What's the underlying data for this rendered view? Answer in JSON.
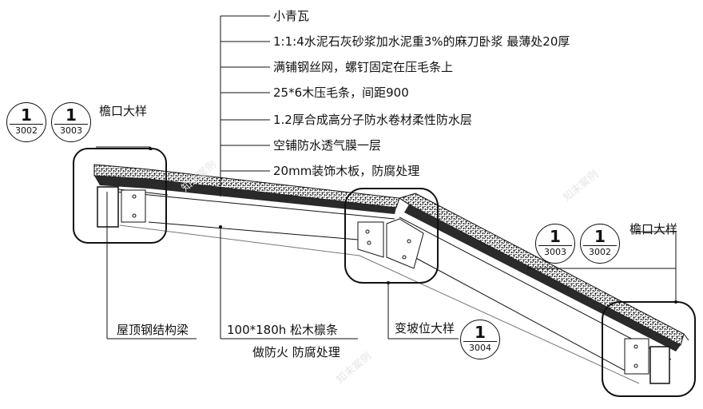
{
  "layers": [
    "小青瓦",
    "1:1:4水泥石灰砂浆加水泥重3%的麻刀卧浆 最薄处20厚",
    "满铺钢丝网，螺钉固定在压毛条上",
    "25*6木压毛条，间距900",
    "1.2厚合成高分子防水卷材柔性防水层",
    "空铺防水透气膜一层",
    "20mm装饰木板，防腐处理"
  ],
  "labels": {
    "eave_detail_left": "檐口大样",
    "eave_detail_right": "檐口大样",
    "roof_beam": "屋顶钢结构梁",
    "purlin_size": "100*180h 松木檩条",
    "purlin_treatment": "做防火 防腐处理",
    "slope_change": "变坡位大样"
  },
  "callouts": {
    "left_a": {
      "top": "1",
      "bottom": "3002"
    },
    "left_b": {
      "top": "1",
      "bottom": "3003"
    },
    "right_a": {
      "top": "1",
      "bottom": "3003"
    },
    "right_b": {
      "top": "1",
      "bottom": "3002"
    },
    "mid": {
      "top": "1",
      "bottom": "3004"
    }
  },
  "watermark": "知末案例",
  "colors": {
    "ink": "#111111",
    "fill": "#2a2a2a"
  }
}
